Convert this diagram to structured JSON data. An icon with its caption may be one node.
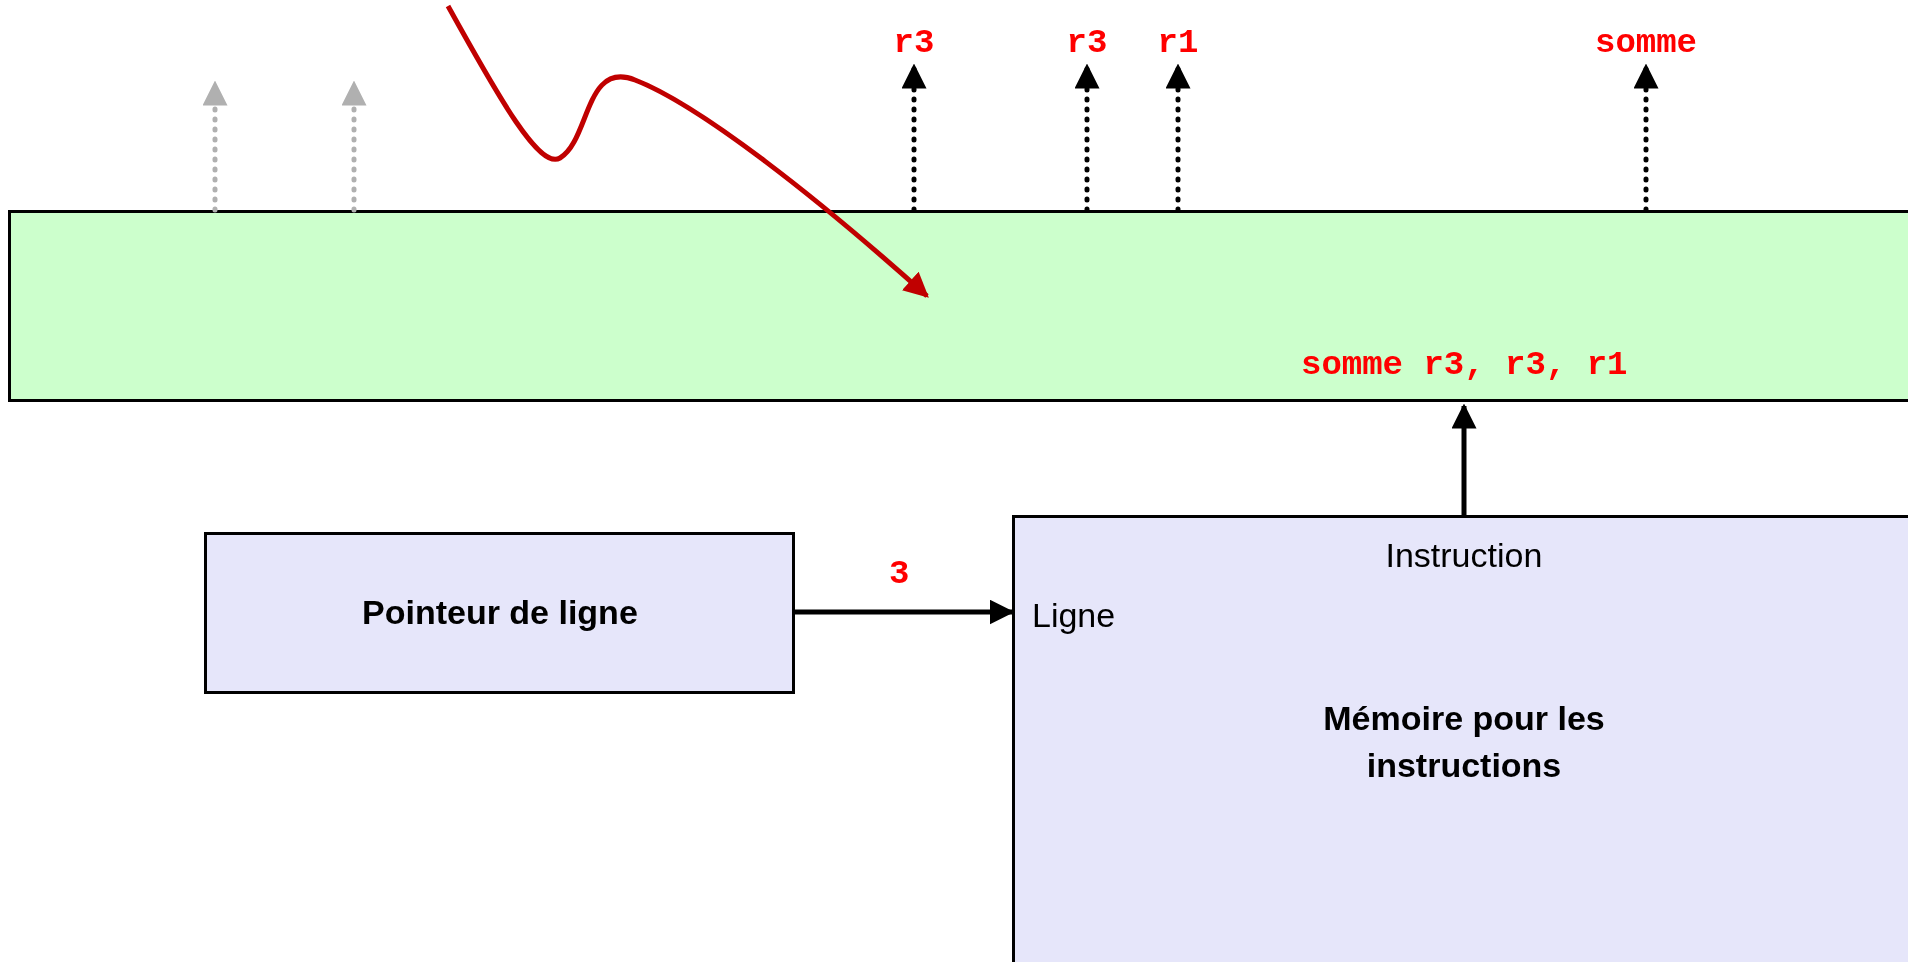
{
  "diagram": {
    "nodes": [
      {
        "text": [
          "somme r3, r3, r1"
        ]
      },
      {
        "text": [
          "r3"
        ]
      },
      {
        "text": [
          "r3"
        ]
      },
      {
        "text": [
          "r1"
        ]
      },
      {
        "text": [
          "somme"
        ]
      },
      {
        "text": [
          "Pointeur de ligne"
        ]
      },
      {
        "text": [
          "Instruction",
          "Ligne",
          "Mémoire pour les instructions"
        ]
      }
    ],
    "edges": [
      {
        "from": null,
        "to": 0,
        "arrow": "to",
        "color": "#c00000"
      },
      {
        "from": 0,
        "to": null,
        "arrow": "to",
        "style": "dashed",
        "color": "#b0b0b0"
      },
      {
        "from": 0,
        "to": null,
        "arrow": "to",
        "style": "dashed",
        "color": "#b0b0b0"
      },
      {
        "from": 0,
        "to": 1,
        "arrow": "to",
        "style": "dashed"
      },
      {
        "from": 0,
        "to": 2,
        "arrow": "to",
        "style": "dashed"
      },
      {
        "from": 0,
        "to": 3,
        "arrow": "to",
        "style": "dashed"
      },
      {
        "from": 0,
        "to": 4,
        "arrow": "to",
        "style": "dashed"
      },
      {
        "from": 6,
        "to": 0,
        "arrow": "to"
      },
      {
        "from": 5,
        "to": 6,
        "label": "3",
        "arrow": "to"
      }
    ]
  }
}
